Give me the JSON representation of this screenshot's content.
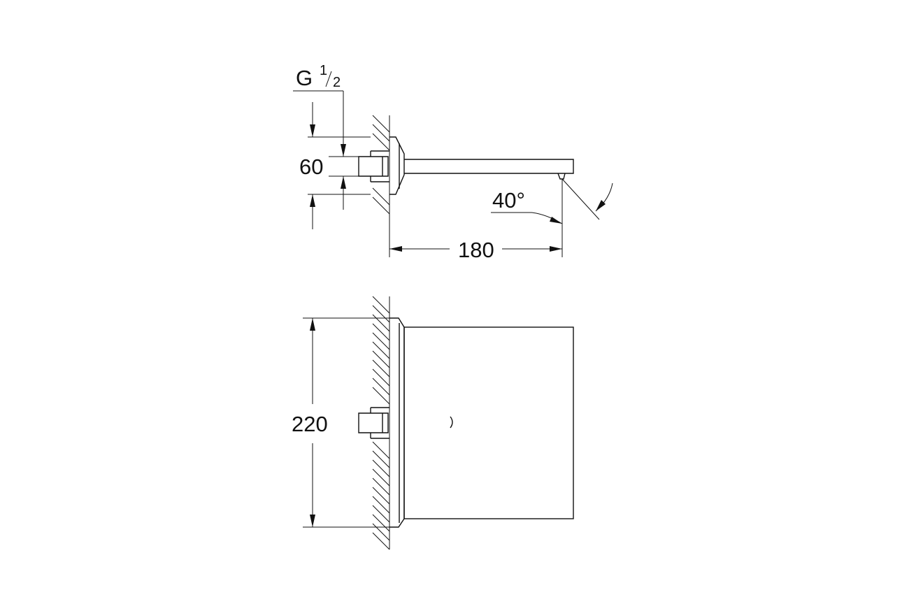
{
  "side_view": {
    "thread_label": {
      "main": "G",
      "num": "1",
      "den": "2"
    },
    "dim_offset": "60",
    "dim_projection": "180",
    "dim_angle": "40°"
  },
  "front_view": {
    "dim_height": "220"
  },
  "colors": {
    "line": "#111111",
    "background": "#ffffff"
  }
}
